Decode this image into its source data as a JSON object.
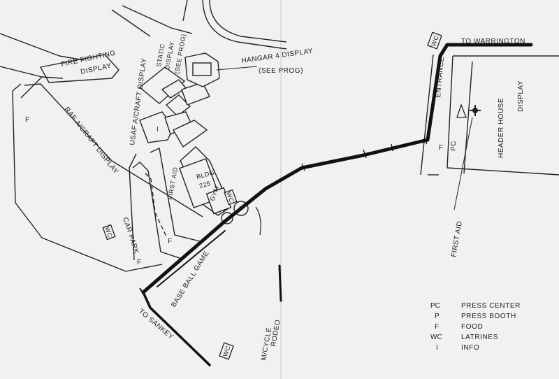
{
  "map": {
    "labels": {
      "fire_fighting": "FIRE FIGHTING",
      "fire_fighting_display": "DISPLAY",
      "raf_display": "RAF A/CRAFT DISPLAY",
      "usaf_display": "USAF A/CRAFT DISPLAY",
      "static_1": "STATIC",
      "static_2": "DISPLAY",
      "static_3": "(SEE PROG)",
      "hangar_1": "HANGAR 4 DISPLAY",
      "hangar_2": "(SEE PROG)",
      "car_park": "CAR PARK",
      "first_aid_west": "FIRST AID",
      "first_aid_east": "FIRST AID",
      "bldg": "BLDG",
      "bldg_num": "225",
      "gym": "GYM",
      "base_ball": "BASE BALL GAME",
      "to_sankey": "TO SANKEY",
      "motorcycle_1": "M/CYCLE",
      "motorcycle_2": "RODEO",
      "to_warrington": "TO WARRINGTON",
      "entrance": "ENTRANCE",
      "header_house": "HEADER HOUSE",
      "header_house_display": "DISPLAY"
    },
    "markers": {
      "wc": "WC",
      "food": "F",
      "press_center": "PC",
      "info": "I"
    }
  },
  "legend": {
    "items": [
      {
        "code": "PC",
        "label": "PRESS CENTER"
      },
      {
        "code": "P",
        "label": "PRESS BOOTH"
      },
      {
        "code": "F",
        "label": "FOOD"
      },
      {
        "code": "WC",
        "label": "LATRINES"
      },
      {
        "code": "I",
        "label": "INFO"
      }
    ]
  }
}
